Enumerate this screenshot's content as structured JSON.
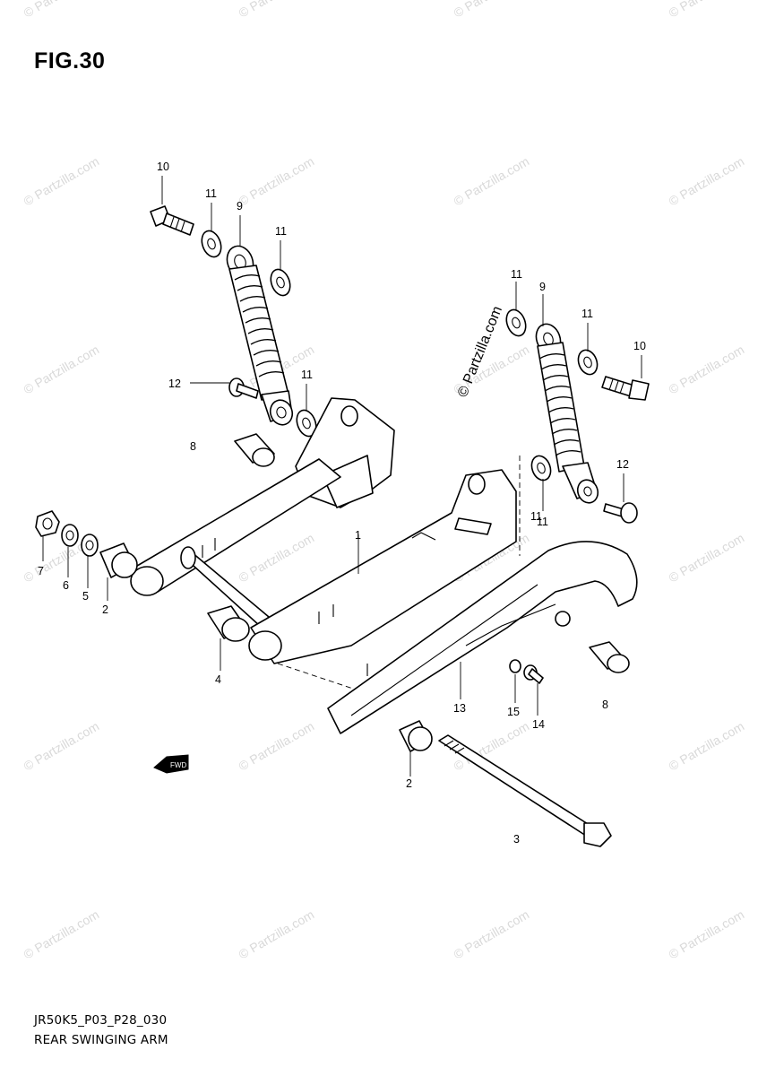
{
  "figure": {
    "title": "FIG.30",
    "code": "JR50K5_P03_P28_030",
    "name": "REAR SWINGING ARM"
  },
  "watermark": {
    "text": "© Partzilla.com",
    "center_text": "© Partzilla.com"
  },
  "callouts": [
    "1",
    "2",
    "2",
    "3",
    "4",
    "5",
    "6",
    "7",
    "8",
    "8",
    "9",
    "9",
    "10",
    "10",
    "11",
    "11",
    "11",
    "11",
    "11",
    "11",
    "11",
    "12",
    "12",
    "13",
    "14",
    "15"
  ],
  "fwd_marker": {
    "text": "FWD",
    "icon": "forward-arrow-icon"
  }
}
